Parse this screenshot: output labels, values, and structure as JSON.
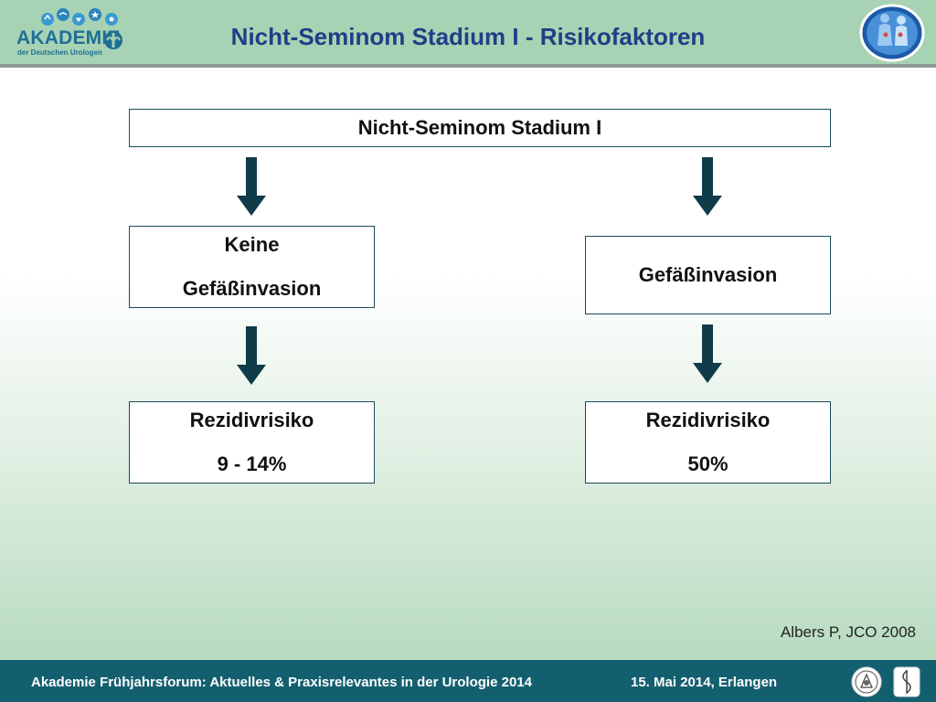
{
  "header": {
    "title": "Nicht-Seminom Stadium I - Risikofaktoren",
    "logo": {
      "main": "AKADEMIE",
      "sub": "der Deutschen Urologen",
      "icons": [
        "runner-icon",
        "bird-icon",
        "heart-icon",
        "star-icon",
        "flower-icon"
      ]
    },
    "emblem": "anatomy-globe-icon"
  },
  "diagram": {
    "root": "Nicht-Seminom Stadium I",
    "left": {
      "condition": [
        "Keine",
        "Gefäßinvasion"
      ],
      "outcome": [
        "Rezidivrisiko",
        "9 - 14%"
      ]
    },
    "right": {
      "condition": [
        "Gefäßinvasion"
      ],
      "outcome": [
        "Rezidivrisiko",
        "50%"
      ]
    },
    "arrow_color": "#0f3c48"
  },
  "citation": "Albers P, JCO 2008",
  "footer": {
    "event": "Akademie Frühjahrsforum: Aktuelles & Praxisrelevantes in der Urologie 2014",
    "date": "15. Mai 2014, Erlangen",
    "seals": [
      "university-seal-icon",
      "faculty-seal-icon"
    ]
  },
  "colors": {
    "header_bg": "#a7d3b4",
    "footer_bg": "#145f6f",
    "title": "#1f3f86",
    "box_border": "#1a4a5a"
  }
}
